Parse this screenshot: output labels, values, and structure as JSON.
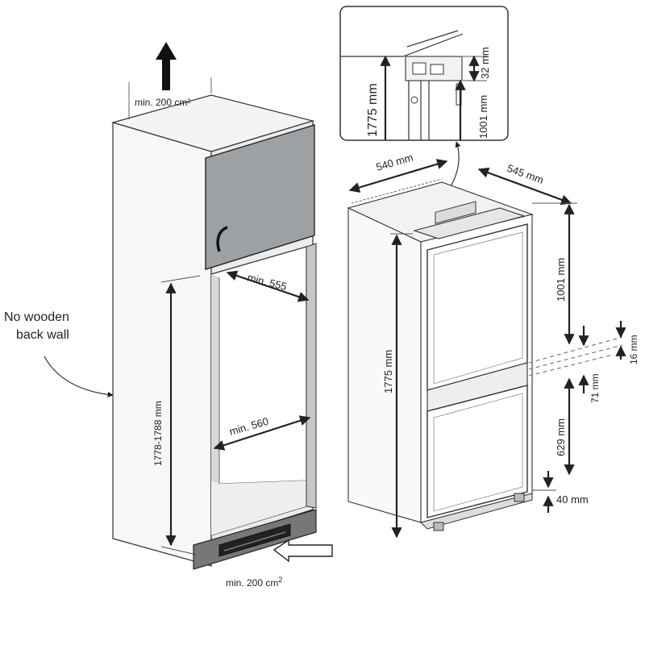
{
  "cabinet": {
    "vent_top_label": "min. 200 cm²",
    "vent_bottom_label": "min. 200 cm",
    "vent_bottom_sup": "2",
    "back_wall_line1": "No wooden",
    "back_wall_line2": "back wall",
    "width_top_label": "min. 555",
    "width_mid_label": "min. 560",
    "height_label": "1778-1788 mm"
  },
  "detail": {
    "height_label": "1775 mm",
    "upper_label": "1001 mm",
    "gap_label": "32 mm"
  },
  "fridge": {
    "width_label": "540 mm",
    "depth_label": "545 mm",
    "height_label": "1775 mm",
    "upper_label": "1001 mm",
    "gap16_label": "16 mm",
    "gap71_label": "71 mm",
    "lower_label": "629 mm",
    "base_label": "40 mm"
  },
  "colors": {
    "door_fill": "#9ea1a4",
    "cabinet_fill": "#f7f7f7",
    "plinth_fill": "#777777"
  }
}
